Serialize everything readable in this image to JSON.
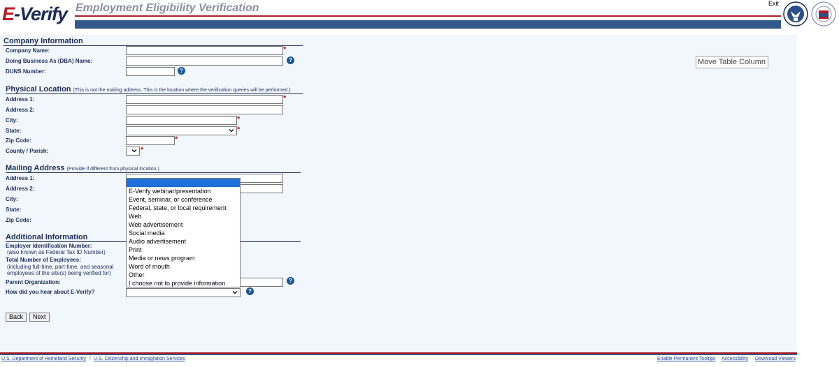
{
  "header": {
    "logo_prefix": "E",
    "logo_rest": "-Verify",
    "title": "Employment Eligibility Verification",
    "exit_label": "Exit"
  },
  "company_info": {
    "title": "Company Information",
    "company_name_label": "Company Name:",
    "dba_label": "Doing Business As (DBA) Name:",
    "duns_label": "DUNS Number:"
  },
  "physical_location": {
    "title": "Physical Location",
    "note": "(This is not the mailing address. This is the location where the verification queries will be performed.)",
    "address1_label": "Address 1:",
    "address2_label": "Address 2:",
    "city_label": "City:",
    "state_label": "State:",
    "zip_label": "Zip Code:",
    "county_label": "County / Parish:"
  },
  "mailing_address": {
    "title": "Mailing Address",
    "note": "(Provide if different from physical location.)",
    "address1_label": "Address 1:",
    "address2_label": "Address 2:",
    "city_label": "City:",
    "state_label": "State:",
    "zip_label": "Zip Code:"
  },
  "additional_info": {
    "title": "Additional Information",
    "ein_label": "Employer Identification Number:",
    "ein_sub": "(also known as Federal Tax ID Number)",
    "employees_label": "Total Number of Employees:",
    "employees_sub1": "(including full-time, part-time, and seasonal",
    "employees_sub2": "employees of the site(s) being verified for)",
    "parent_label": "Parent Organization:",
    "hear_label": "How did you hear about E-Verify?"
  },
  "tooltip": "Move Table Column",
  "hear_dropdown": {
    "options": [
      "",
      "E-Verify webinar/presentation",
      "Event, seminar, or conference",
      "Federal, state, or local requirement",
      "Web",
      "Web advertisement",
      "Social media",
      "Audio advertisement",
      "Print",
      "Media or news program",
      "Word of mouth",
      "Other",
      "I choose not to provide information"
    ]
  },
  "buttons": {
    "back": "Back",
    "next": "Next"
  },
  "footer": {
    "dhs": "U.S. Department of Homeland Security",
    "uscis": "U.S. Citizenship and Immigration Services",
    "tooltips": "Enable Permanent Tooltips",
    "accessibility": "Accessibility",
    "viewers": "Download Viewers"
  },
  "colors": {
    "brand_blue": "#1c2d55",
    "brand_red": "#b31b25",
    "bar_blue": "#34588c",
    "help_blue": "#1a5591",
    "content_bg": "#f2f7fd"
  }
}
